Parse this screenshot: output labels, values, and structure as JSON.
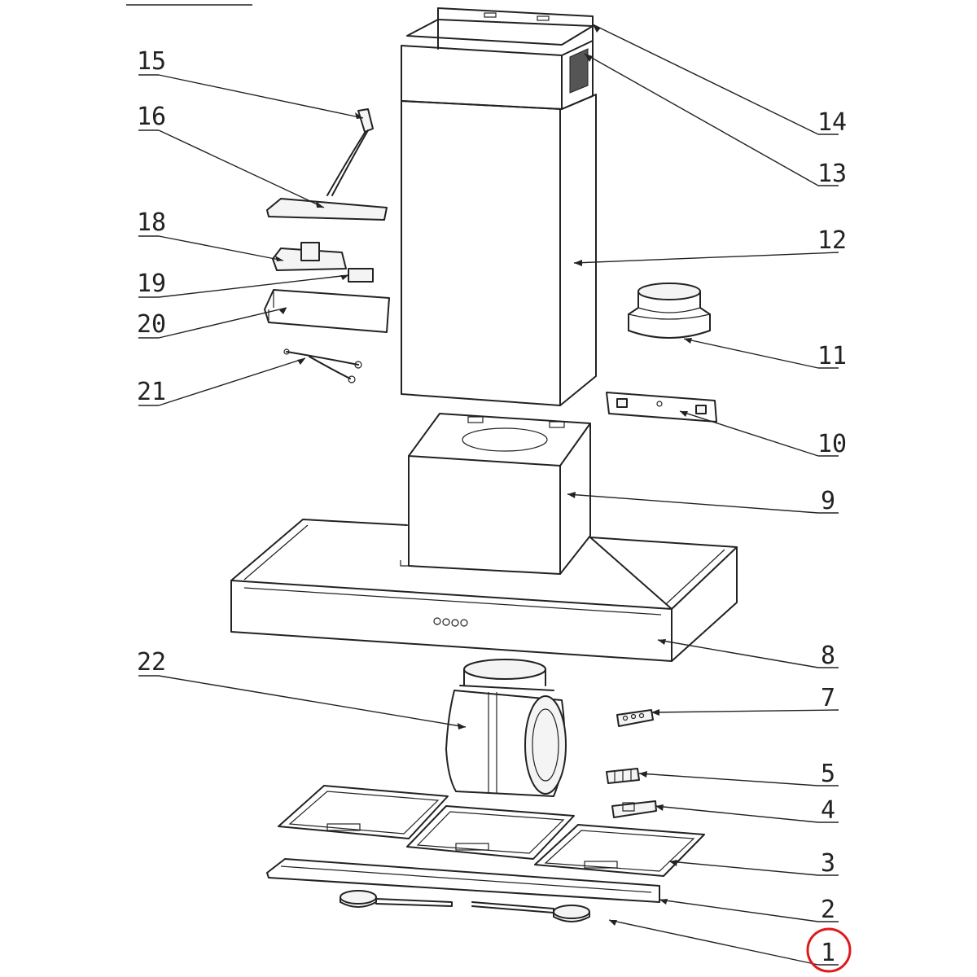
{
  "diagram": {
    "parts": [
      {
        "id": "p1",
        "label": "1"
      },
      {
        "id": "p2",
        "label": "2"
      },
      {
        "id": "p3",
        "label": "3"
      },
      {
        "id": "p4",
        "label": "4"
      },
      {
        "id": "p5",
        "label": "5"
      },
      {
        "id": "p7",
        "label": "7"
      },
      {
        "id": "p8",
        "label": "8"
      },
      {
        "id": "p9",
        "label": "9"
      },
      {
        "id": "p10",
        "label": "10"
      },
      {
        "id": "p11",
        "label": "11"
      },
      {
        "id": "p12",
        "label": "12"
      },
      {
        "id": "p13",
        "label": "13"
      },
      {
        "id": "p14",
        "label": "14"
      },
      {
        "id": "p15",
        "label": "15"
      },
      {
        "id": "p16",
        "label": "16"
      },
      {
        "id": "p18",
        "label": "18"
      },
      {
        "id": "p19",
        "label": "19"
      },
      {
        "id": "p20",
        "label": "20"
      },
      {
        "id": "p21",
        "label": "21"
      },
      {
        "id": "p22",
        "label": "22"
      }
    ],
    "highlighted_part": "1",
    "highlight_color": "#e0191b",
    "line_color": "#222222"
  }
}
